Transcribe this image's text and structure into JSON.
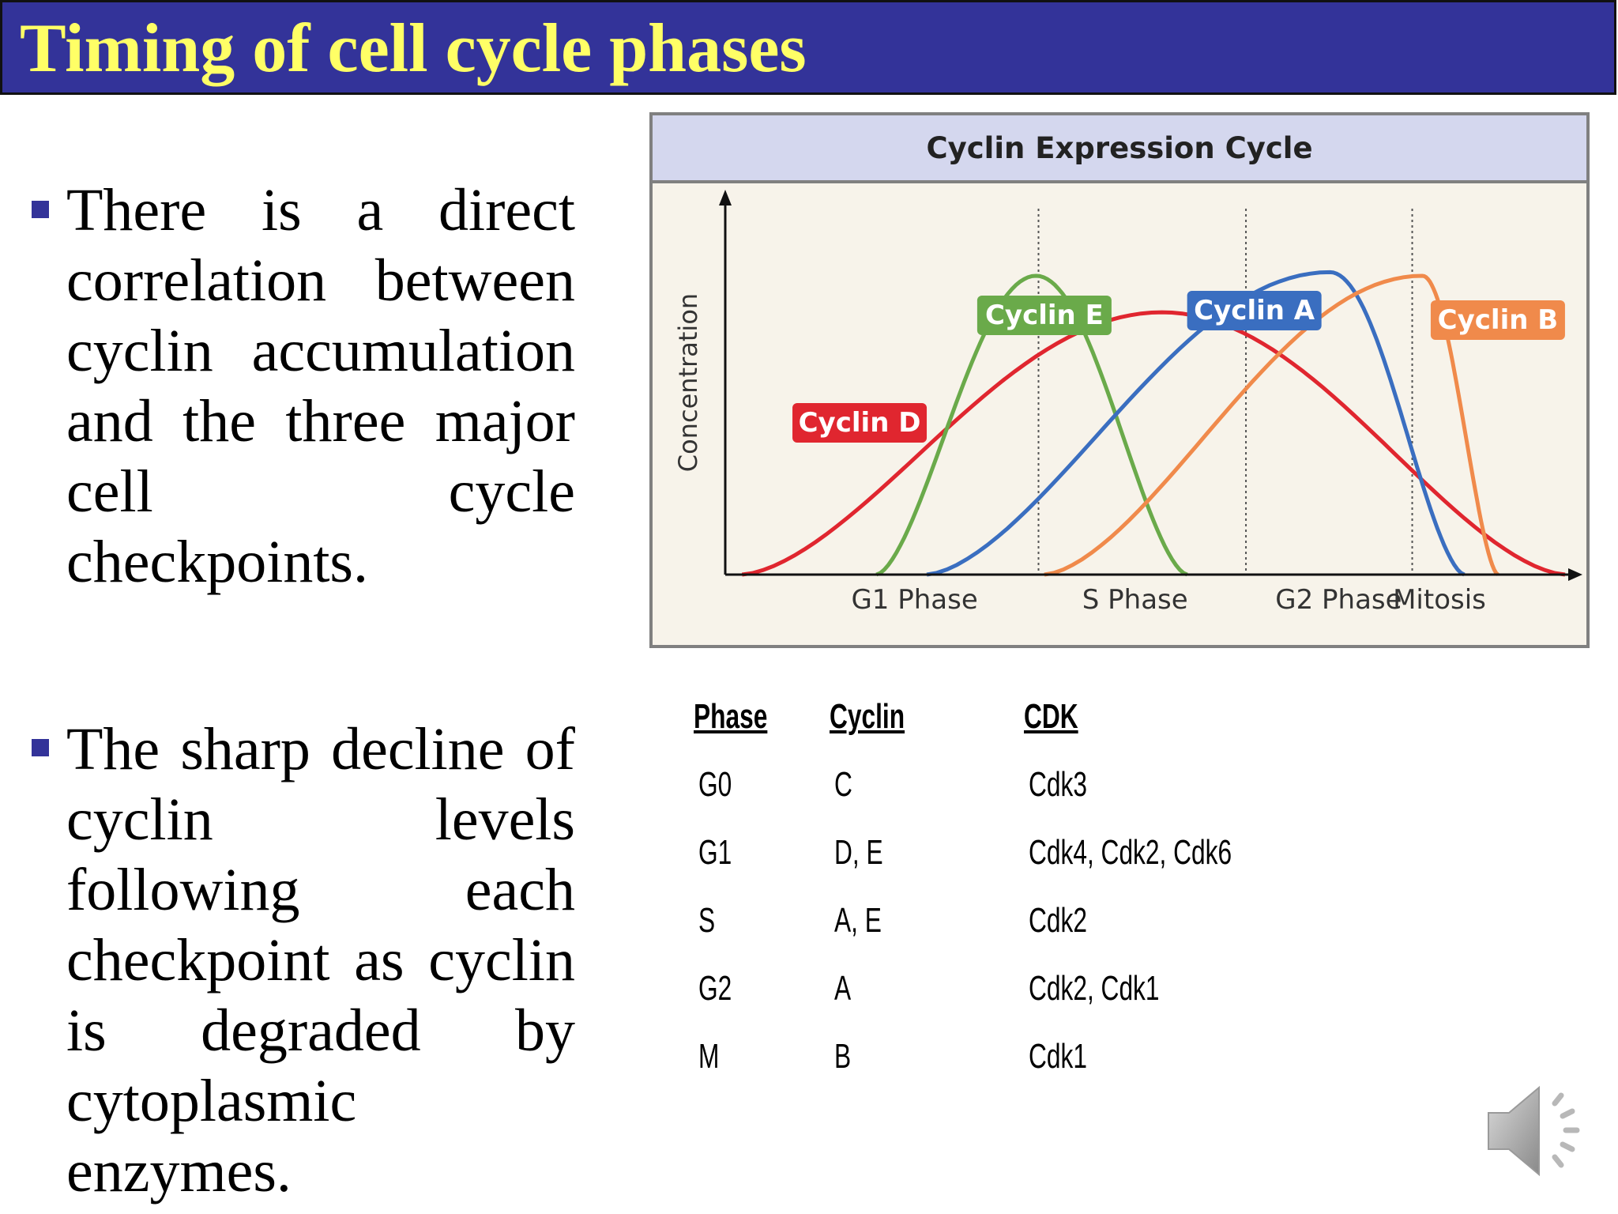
{
  "slide": {
    "title": "Timing of cell cycle phases",
    "bullets": [
      "There is a direct correlation between cyclin accumulation and the three major cell cycle checkpoints.",
      "The sharp decline of cyclin levels following each checkpoint as cyclin is degraded by cytoplasmic enzymes."
    ],
    "colors": {
      "title_bar": "#333399",
      "title_text": "#ffff66",
      "bullet_mark": "#333399"
    }
  },
  "chart_data": {
    "type": "line",
    "title": "Cyclin Expression Cycle",
    "ylabel": "Concentration",
    "xlabel": "",
    "categories": [
      "G1 Phase",
      "S Phase",
      "G2 Phase",
      "Mitosis"
    ],
    "checkpoints": [
      "G1/S",
      "S/G2",
      "G2/M"
    ],
    "grid": false,
    "series": [
      {
        "name": "Cyclin D",
        "color": "#e0262f",
        "shape": "broad arch over whole cycle",
        "start": 0.02,
        "peak": 0.52,
        "end": 1.0,
        "max": 0.72
      },
      {
        "name": "Cyclin E",
        "color": "#6aaa4a",
        "shape": "narrow peak at G1/S",
        "start": 0.18,
        "peak": 0.37,
        "end": 0.55,
        "max": 0.82
      },
      {
        "name": "Cyclin A",
        "color": "#3a6ec0",
        "shape": "rises through S, peaks in G2",
        "start": 0.24,
        "peak": 0.72,
        "end": 0.88,
        "max": 0.83
      },
      {
        "name": "Cyclin B",
        "color": "#f08a4b",
        "shape": "rises late, peaks at G2/M",
        "start": 0.38,
        "peak": 0.83,
        "end": 0.92,
        "max": 0.82
      }
    ]
  },
  "table": {
    "headers": [
      "Phase",
      "Cyclin",
      "CDK"
    ],
    "rows": [
      [
        "G0",
        "C",
        "Cdk3"
      ],
      [
        "G1",
        "D, E",
        "Cdk4, Cdk2, Cdk6"
      ],
      [
        "S",
        "A, E",
        "Cdk2"
      ],
      [
        "G2",
        "A",
        "Cdk2, Cdk1"
      ],
      [
        "M",
        "B",
        "Cdk1"
      ]
    ]
  },
  "icons": {
    "audio": "speaker-icon"
  }
}
